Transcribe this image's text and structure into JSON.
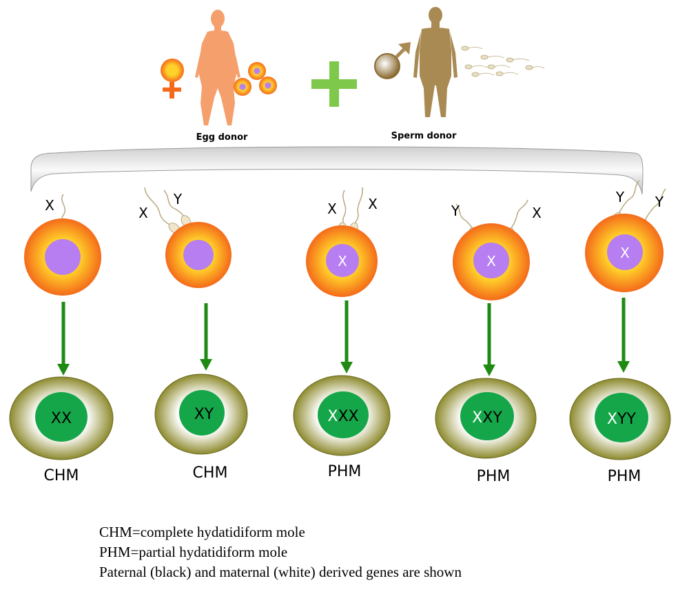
{
  "donors": {
    "egg_label": "Egg donor",
    "sperm_label": "Sperm donor"
  },
  "columns": [
    {
      "sperm_labels": [
        "X"
      ],
      "egg_label": "",
      "product": [
        {
          "text": "XX",
          "origin": "paternal"
        }
      ],
      "mole_type": "CHM"
    },
    {
      "sperm_labels": [
        "X",
        "Y"
      ],
      "egg_label": "",
      "product": [
        {
          "text": "XY",
          "origin": "paternal"
        }
      ],
      "mole_type": "CHM"
    },
    {
      "sperm_labels": [
        "X",
        "X"
      ],
      "egg_label": "X",
      "product": [
        {
          "text": "X",
          "origin": "maternal"
        },
        {
          "text": "XX",
          "origin": "paternal"
        }
      ],
      "mole_type": "PHM"
    },
    {
      "sperm_labels": [
        "Y",
        "X"
      ],
      "egg_label": "X",
      "product": [
        {
          "text": "X",
          "origin": "maternal"
        },
        {
          "text": "XY",
          "origin": "paternal"
        }
      ],
      "mole_type": "PHM"
    },
    {
      "sperm_labels": [
        "Y",
        "Y"
      ],
      "egg_label": "X",
      "product": [
        {
          "text": "X",
          "origin": "maternal"
        },
        {
          "text": "YY",
          "origin": "paternal"
        }
      ],
      "mole_type": "PHM"
    }
  ],
  "legend": {
    "line1": "CHM=complete hydatidiform mole",
    "line2": "PHM=partial hydatidiform mole",
    "line3": "Paternal (black) and maternal (white) derived genes are shown"
  },
  "colors": {
    "egg_outer": "#f46a1a",
    "egg_inner": "#ffd22a",
    "egg_nucleus": "#b67ef0",
    "mole_outer": "#8d8a2e",
    "mole_inner": "#ffffff",
    "mole_nucleus": "#15a64a",
    "arrow": "#1e8a12",
    "plus": "#7ec94b",
    "female": "#f5a06c",
    "male": "#a88a52",
    "paternal_text": "#000000",
    "maternal_text": "#ffffff"
  }
}
